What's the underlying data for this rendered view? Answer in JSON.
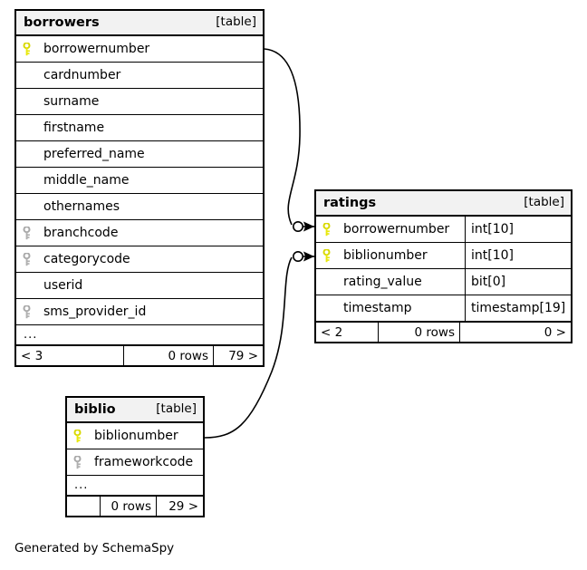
{
  "diagram": {
    "caption": "Generated by SchemaSpy",
    "table_tag": "[table]",
    "ellipsis": "...",
    "colors": {
      "primary_key": "#e8e80c",
      "foreign_key": "#b0b0b0",
      "header_bg": "#f2f2f2",
      "border": "#000000",
      "background": "#ffffff"
    }
  },
  "tables": [
    {
      "id": "borrowers",
      "name": "borrowers",
      "tag": "[table]",
      "columns": [
        {
          "name": "borrowernumber",
          "key": "primary"
        },
        {
          "name": "cardnumber",
          "key": "none"
        },
        {
          "name": "surname",
          "key": "none"
        },
        {
          "name": "firstname",
          "key": "none"
        },
        {
          "name": "preferred_name",
          "key": "none"
        },
        {
          "name": "middle_name",
          "key": "none"
        },
        {
          "name": "othernames",
          "key": "none"
        },
        {
          "name": "branchcode",
          "key": "foreign"
        },
        {
          "name": "categorycode",
          "key": "foreign"
        },
        {
          "name": "userid",
          "key": "none"
        },
        {
          "name": "sms_provider_id",
          "key": "foreign"
        }
      ],
      "has_ellipsis": true,
      "footer": {
        "left": "< 3",
        "middle": "0 rows",
        "right": "79 >"
      }
    },
    {
      "id": "ratings",
      "name": "ratings",
      "tag": "[table]",
      "columns": [
        {
          "name": "borrowernumber",
          "key": "primary",
          "type": "int[10]"
        },
        {
          "name": "biblionumber",
          "key": "primary",
          "type": "int[10]"
        },
        {
          "name": "rating_value",
          "key": "none",
          "type": "bit[0]"
        },
        {
          "name": "timestamp",
          "key": "none",
          "type": "timestamp[19]"
        }
      ],
      "has_ellipsis": false,
      "footer": {
        "left": "< 2",
        "middle": "0 rows",
        "right": "0 >"
      }
    },
    {
      "id": "biblio",
      "name": "biblio",
      "tag": "[table]",
      "columns": [
        {
          "name": "biblionumber",
          "key": "primary"
        },
        {
          "name": "frameworkcode",
          "key": "foreign"
        }
      ],
      "has_ellipsis": true,
      "footer": {
        "left": "",
        "middle": "0 rows",
        "right": "29 >"
      }
    }
  ],
  "relationships": [
    {
      "from": "borrowers.borrowernumber",
      "to": "ratings.borrowernumber",
      "cardinality": "zero-or-more"
    },
    {
      "from": "biblio.biblionumber",
      "to": "ratings.biblionumber",
      "cardinality": "zero-or-more"
    }
  ]
}
